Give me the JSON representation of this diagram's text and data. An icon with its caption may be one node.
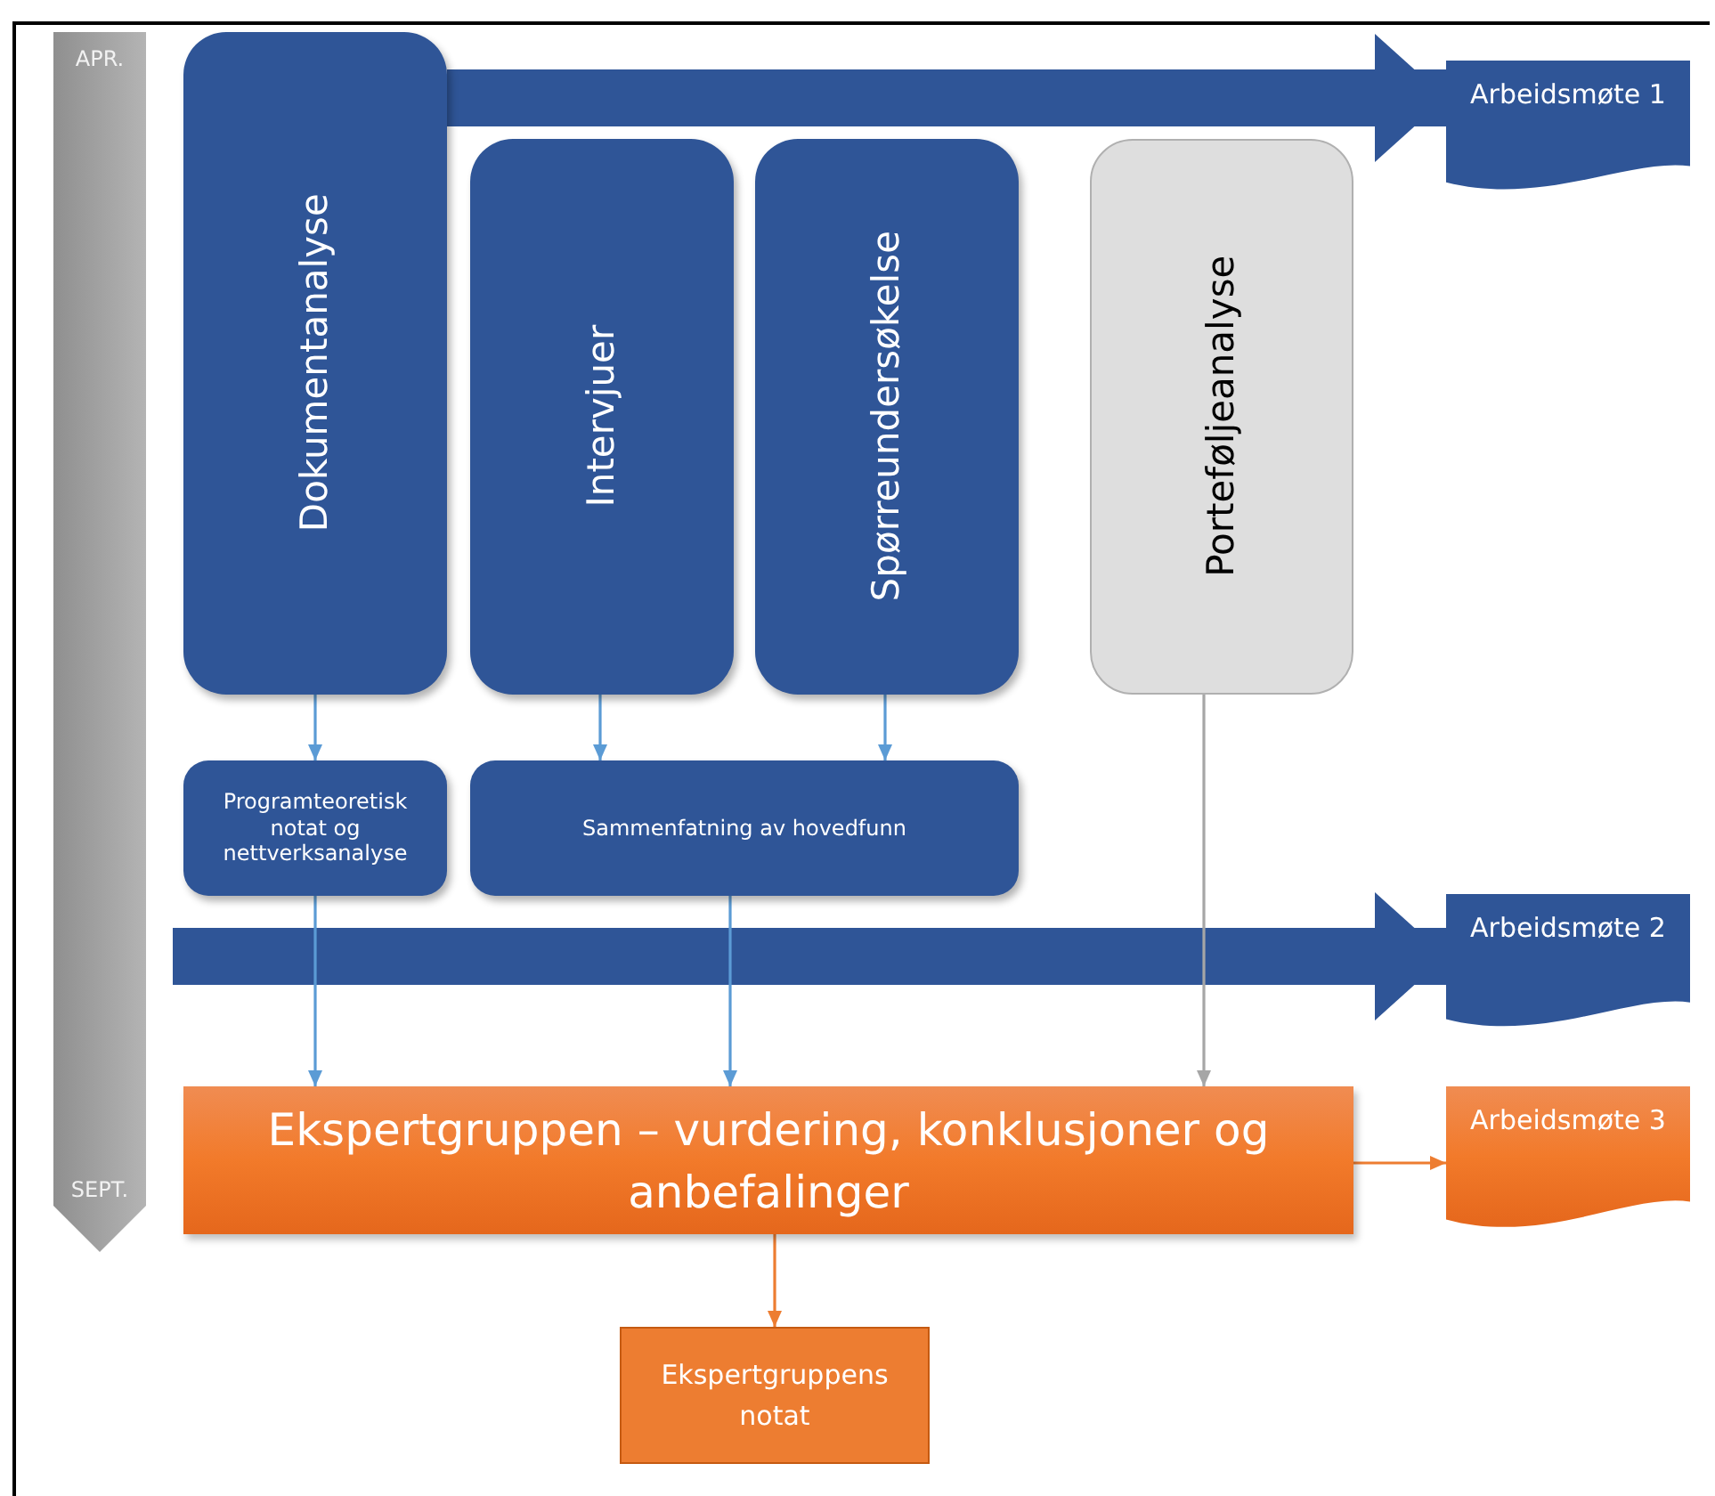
{
  "diagram": {
    "nodes": [
      {
        "text": [
          "APR.",
          "SEPT."
        ]
      },
      {
        "text": [
          "Dokumentanalyse"
        ]
      },
      {
        "text": [
          "Intervjuer"
        ]
      },
      {
        "text": [
          "Spørreundersøkelse"
        ]
      },
      {
        "text": [
          "Porteføljeanalyse"
        ]
      },
      {
        "text": [
          "Arbeidsmøte 1"
        ]
      },
      {
        "text": [
          "Programteoretisk notat og nettverksanalyse"
        ]
      },
      {
        "text": [
          "Sammenfatning av hovedfunn"
        ]
      },
      {
        "text": [
          "Arbeidsmøte 2"
        ]
      },
      {
        "text": [
          "Ekspertgruppen – vurdering, konklusjoner og anbefalinger"
        ]
      },
      {
        "text": [
          "Arbeidsmøte 3"
        ]
      },
      {
        "text": [
          "Ekspertgruppens notat"
        ]
      }
    ],
    "edges": [
      {
        "from": 1,
        "to": 5,
        "arrow": "to",
        "style": "thick",
        "color": "#2f5597"
      },
      {
        "from": null,
        "to": 8,
        "arrow": "to",
        "style": "thick",
        "color": "#2f5597"
      },
      {
        "from": 1,
        "to": 6,
        "arrow": "to"
      },
      {
        "from": 2,
        "to": 7,
        "arrow": "to"
      },
      {
        "from": 3,
        "to": 7,
        "arrow": "to"
      },
      {
        "from": 6,
        "to": 9,
        "arrow": "to"
      },
      {
        "from": 7,
        "to": 9,
        "arrow": "to"
      },
      {
        "from": 4,
        "to": 9,
        "arrow": "to",
        "color": "#a6a6a6"
      },
      {
        "from": 9,
        "to": 10,
        "arrow": "to",
        "color": "#ed7d31"
      },
      {
        "from": 9,
        "to": 11,
        "arrow": "to",
        "color": "#ed7d31"
      }
    ]
  }
}
